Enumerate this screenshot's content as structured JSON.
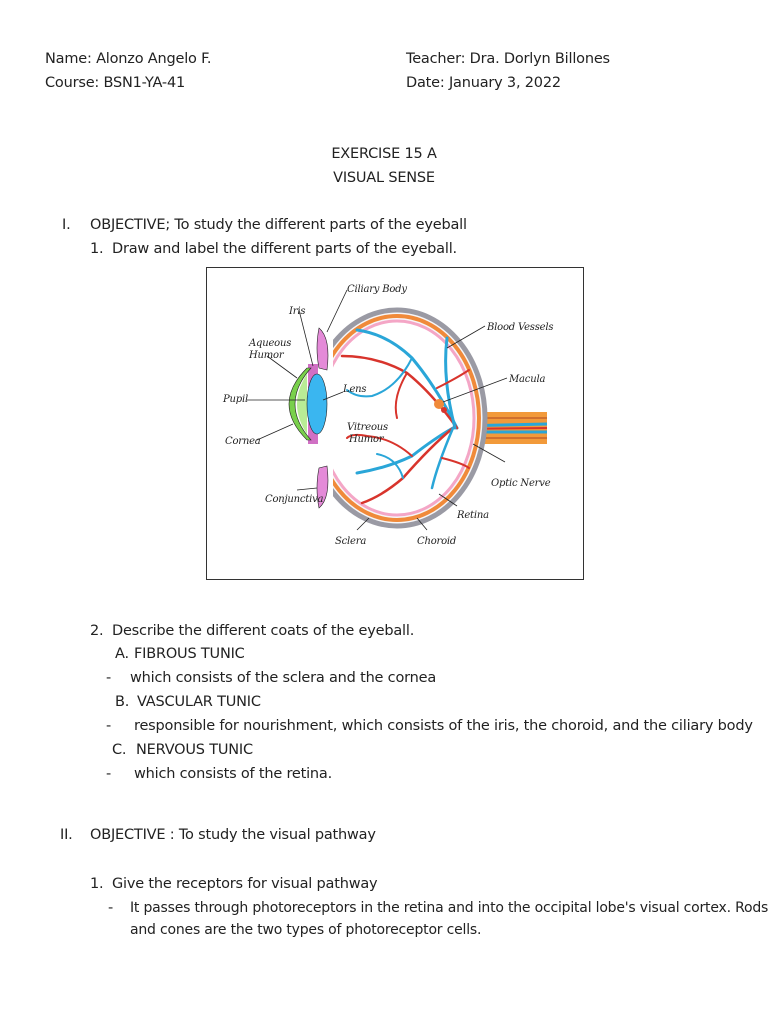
{
  "header": {
    "name": "Name: Alonzo Angelo F.",
    "course": "Course: BSN1-YA-41",
    "teacher": "Teacher: Dra. Dorlyn Billones",
    "date": "Date: January 3, 2022"
  },
  "title": {
    "line1": "EXERCISE 15 A",
    "line2": "VISUAL SENSE"
  },
  "section1": {
    "numeral": "I.",
    "objective": "OBJECTIVE; To study the different parts of the eyeball",
    "item1_num": "1.",
    "item1": "Draw and label the different parts of the eyeball.",
    "item2_num": "2.",
    "item2": "Describe the different coats of the eyeball.",
    "coats": [
      {
        "letter": "A.",
        "name": "FIBROUS TUNIC",
        "desc": "which consists of the sclera and the cornea"
      },
      {
        "letter": "B.",
        "name": "VASCULAR TUNIC",
        "desc": "responsible for nourishment, which consists of the iris, the choroid, and the ciliary body"
      },
      {
        "letter": "C.",
        "name": "NERVOUS TUNIC",
        "desc": "which consists of the retina."
      }
    ]
  },
  "diagram": {
    "labels": {
      "ciliary_body": "Ciliary Body",
      "iris": "Iris",
      "aqueous_humor_1": "Aqueous",
      "aqueous_humor_2": "Humor",
      "pupil": "Pupil",
      "cornea": "Cornea",
      "lens": "Lens",
      "vitreous_1": "Vitreous",
      "vitreous_2": "Humor",
      "blood_vessels": "Blood Vessels",
      "macula": "Macula",
      "optic_nerve": "Optic Nerve",
      "conjunctiva": "Conjunctiva",
      "retina": "Retina",
      "sclera": "Sclera",
      "choroid": "Choroid"
    },
    "colors": {
      "sclera": "#9a9aa4",
      "choroid": "#f08a3a",
      "retina": "#f4a6c6",
      "vessel_red": "#d8342c",
      "vessel_blue": "#2aa6d8",
      "iris": "#e48ad8",
      "cornea": "#79d04b",
      "lens": "#3ab6f0",
      "optic_nerve": "#f29a3a"
    }
  },
  "section2": {
    "numeral": "II.",
    "objective": "OBJECTIVE : To study the visual pathway",
    "item1_num": "1.",
    "item1": "Give the receptors for visual pathway",
    "dash": "-",
    "answer_line1": "It passes through photoreceptors in the retina and into the occipital lobe's visual cortex. Rods",
    "answer_line2": "and cones are the two types of photoreceptor cells."
  },
  "dash": "-"
}
